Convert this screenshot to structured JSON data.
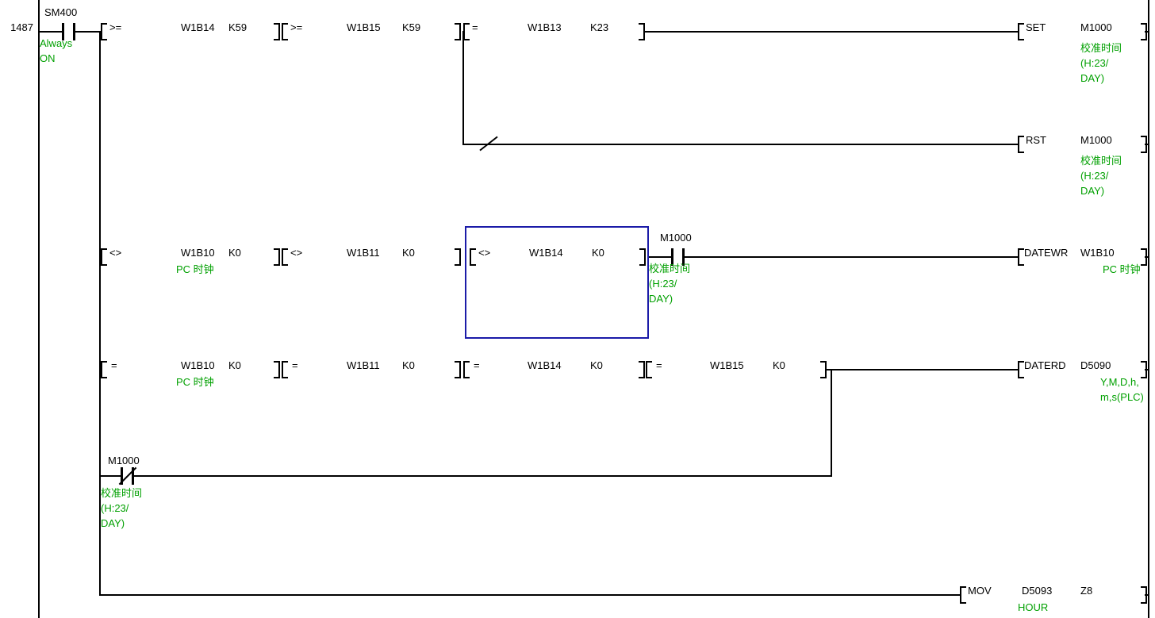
{
  "colors": {
    "background": "#ffffff",
    "comment_green": "#00a000",
    "selection_blue": "#1b1ba8",
    "line_black": "#000000"
  },
  "ladder": {
    "step_number": "1487",
    "contact_sm400": {
      "device": "SM400",
      "comment": "Always\nON"
    },
    "row1": {
      "cmp1": {
        "op": ">=",
        "s1": "W1B14",
        "s2": "K59"
      },
      "cmp2": {
        "op": ">=",
        "s1": "W1B15",
        "s2": "K59"
      },
      "cmp3": {
        "op": "=",
        "s1": "W1B13",
        "s2": "K23"
      },
      "out": {
        "mnemonic": "SET",
        "operand": "M1000",
        "comment": "校准时间\n(H:23/\nDAY)"
      }
    },
    "row2": {
      "out": {
        "mnemonic": "RST",
        "operand": "M1000",
        "comment": "校准时间\n(H:23/\nDAY)"
      }
    },
    "row3": {
      "cmp1": {
        "op": "<>",
        "s1": "W1B10",
        "s2": "K0",
        "comment": "PC 时钟"
      },
      "cmp2": {
        "op": "<>",
        "s1": "W1B11",
        "s2": "K0"
      },
      "cmp3": {
        "op": "<>",
        "s1": "W1B14",
        "s2": "K0"
      },
      "contact": {
        "device": "M1000",
        "comment": "校准时间\n(H:23/\nDAY)"
      },
      "out": {
        "mnemonic": "DATEWR",
        "operand": "W1B10",
        "comment": "PC 时钟"
      }
    },
    "row4": {
      "cmp1": {
        "op": "=",
        "s1": "W1B10",
        "s2": "K0",
        "comment": "PC 时钟"
      },
      "cmp2": {
        "op": "=",
        "s1": "W1B11",
        "s2": "K0"
      },
      "cmp3": {
        "op": "=",
        "s1": "W1B14",
        "s2": "K0"
      },
      "cmp4": {
        "op": "=",
        "s1": "W1B15",
        "s2": "K0"
      },
      "out": {
        "mnemonic": "DATERD",
        "operand": "D5090",
        "comment": "Y,M,D,h,\nm,s(PLC)"
      }
    },
    "row5": {
      "contact": {
        "device": "M1000",
        "comment": "校准时间\n(H:23/\nDAY)"
      }
    },
    "row6": {
      "out": {
        "mnemonic": "MOV",
        "operand1": "D5093",
        "operand2": "Z8",
        "comment": "HOUR"
      }
    }
  }
}
